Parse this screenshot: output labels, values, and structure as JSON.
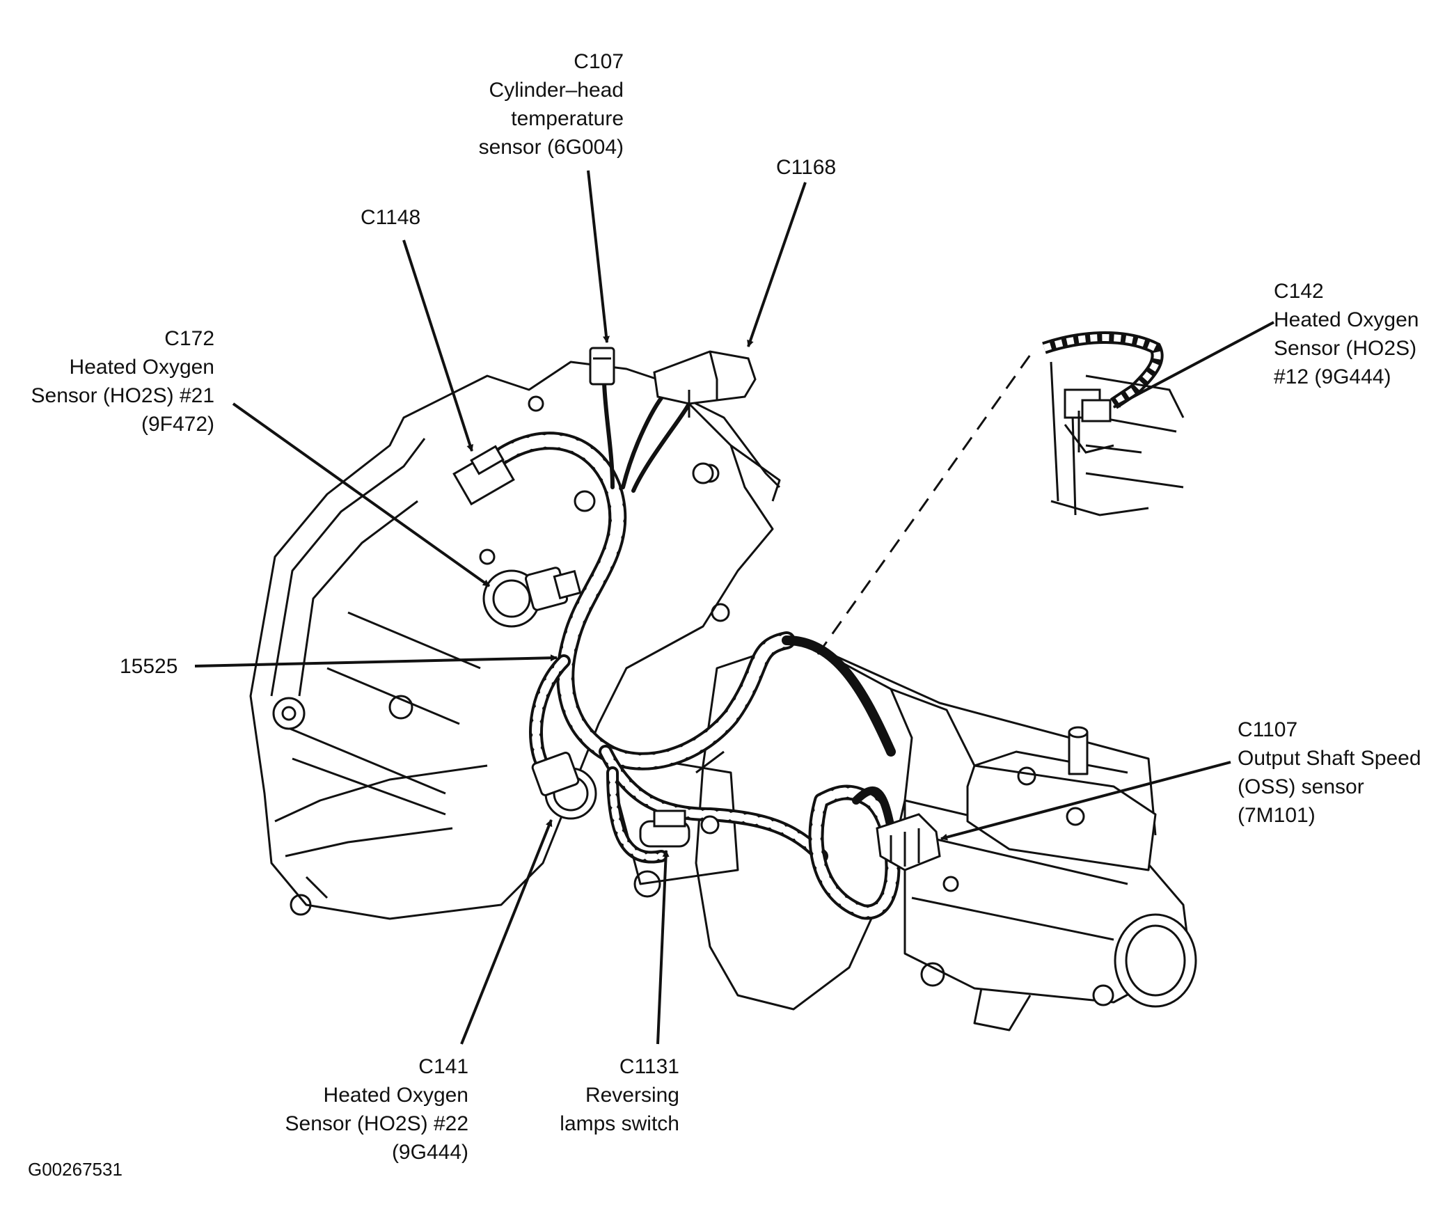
{
  "callouts": {
    "c107": [
      "C107",
      "Cylinder–head",
      "temperature",
      "sensor (6G004)"
    ],
    "c1168": [
      "C1168"
    ],
    "c1148": [
      "C1148"
    ],
    "c172": [
      "C172",
      "Heated Oxygen",
      "Sensor (HO2S) #21",
      "(9F472)"
    ],
    "c142": [
      "C142",
      "Heated Oxygen",
      "Sensor (HO2S)",
      "#12 (9G444)"
    ],
    "h15525": [
      "15525"
    ],
    "c1107": [
      "C1107",
      "Output Shaft Speed",
      "(OSS) sensor",
      "(7M101)"
    ],
    "c141": [
      "C141",
      "Heated Oxygen",
      "Sensor (HO2S) #22",
      "(9G444)"
    ],
    "c1131": [
      "C1131",
      "Reversing",
      "lamps switch"
    ]
  },
  "figure_id": "G00267531",
  "colors": {
    "ink": "#111111",
    "background": "#ffffff"
  }
}
